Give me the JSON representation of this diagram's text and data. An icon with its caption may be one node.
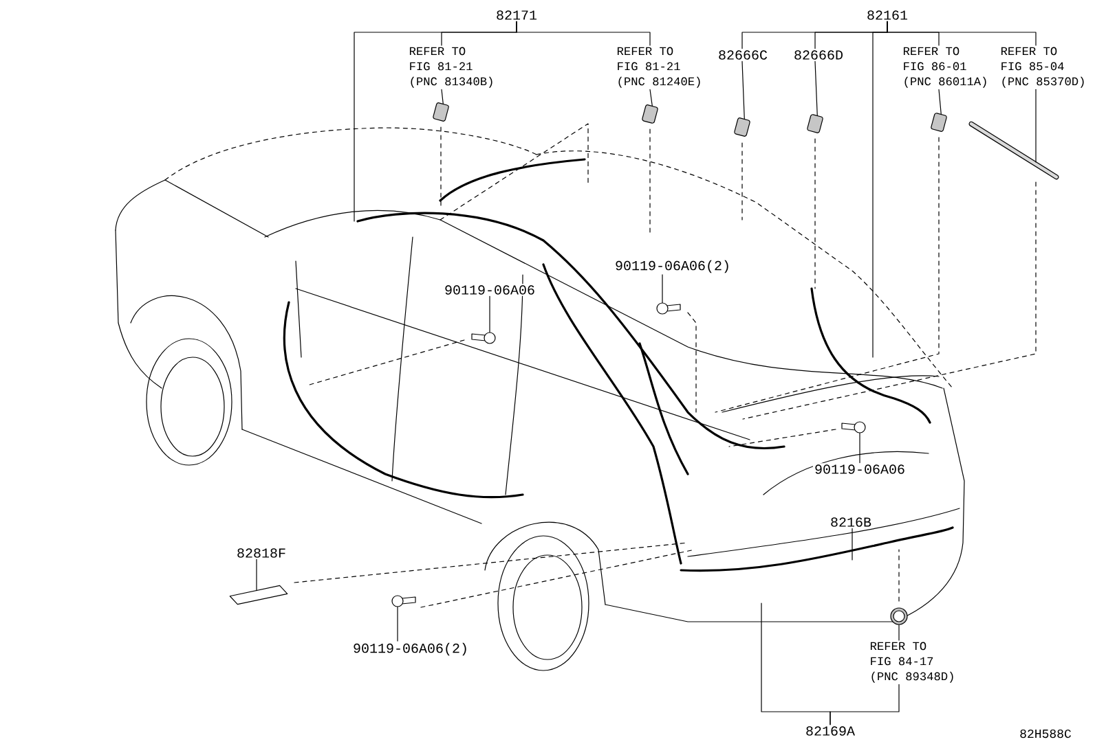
{
  "diagram": {
    "nodes": [
      {
        "text": [
          "82171"
        ]
      },
      {
        "text": [
          "REFER TO FIG 81-21",
          "(PNC 81340B)"
        ]
      },
      {
        "text": [
          "REFER TO FIG 81-21",
          "(PNC 81240E)"
        ]
      },
      {
        "text": [
          "82161"
        ]
      },
      {
        "text": [
          "82666C"
        ]
      },
      {
        "text": [
          "82666D"
        ]
      },
      {
        "text": [
          "REFER TO FIG 86-01",
          "(PNC 86011A)"
        ]
      },
      {
        "text": [
          "REFER TO FIG 85-04",
          "(PNC 85370D)"
        ]
      },
      {
        "text": [
          "90119-06A06(2)"
        ]
      },
      {
        "text": [
          "90119-06A06"
        ]
      },
      {
        "text": [
          "90119-06A06"
        ]
      },
      {
        "text": [
          "8216B"
        ]
      },
      {
        "text": [
          "82818F"
        ]
      },
      {
        "text": [
          "90119-06A06(2)"
        ]
      },
      {
        "text": [
          "REFER TO FIG 84-17",
          "(PNC 89348D)"
        ]
      },
      {
        "text": [
          "82169A"
        ]
      },
      {
        "text": [],
        "shape": "clip"
      },
      {
        "text": [],
        "shape": "clip"
      },
      {
        "text": [],
        "shape": "clip"
      },
      {
        "text": [],
        "shape": "clip"
      },
      {
        "text": [],
        "shape": "clip"
      },
      {
        "text": [],
        "shape": "bar"
      },
      {
        "text": [],
        "shape": "bolt"
      },
      {
        "text": [],
        "shape": "bolt"
      },
      {
        "text": [],
        "shape": "bolt"
      },
      {
        "text": [],
        "shape": "box"
      },
      {
        "text": [],
        "shape": "bolt"
      },
      {
        "text": [],
        "shape": "circle"
      }
    ],
    "edges": [
      {
        "from": 0,
        "to": null,
        "arrow": "none"
      },
      {
        "from": 0,
        "to": 1,
        "arrow": "none"
      },
      {
        "from": 0,
        "to": 2,
        "arrow": "none"
      },
      {
        "from": 1,
        "to": 16,
        "arrow": "none"
      },
      {
        "from": 2,
        "to": 17,
        "arrow": "none"
      },
      {
        "from": 3,
        "to": 4,
        "arrow": "none"
      },
      {
        "from": 3,
        "to": 5,
        "arrow": "none"
      },
      {
        "from": 3,
        "to": null,
        "arrow": "none"
      },
      {
        "from": 3,
        "to": 6,
        "arrow": "none"
      },
      {
        "from": 3,
        "to": 7,
        "arrow": "none"
      },
      {
        "from": 4,
        "to": 18,
        "arrow": "none"
      },
      {
        "from": 5,
        "to": 19,
        "arrow": "none"
      },
      {
        "from": 6,
        "to": 20,
        "arrow": "none"
      },
      {
        "from": 7,
        "to": 21,
        "arrow": "none"
      },
      {
        "from": 8,
        "to": 22,
        "arrow": "none"
      },
      {
        "from": 9,
        "to": 23,
        "arrow": "none"
      },
      {
        "from": 10,
        "to": 24,
        "arrow": "none"
      },
      {
        "from": 11,
        "to": null,
        "arrow": "none"
      },
      {
        "from": 12,
        "to": 25,
        "arrow": "none"
      },
      {
        "from": 13,
        "to": 26,
        "arrow": "none"
      },
      {
        "from": 14,
        "to": 27,
        "arrow": "none"
      },
      {
        "from": 15,
        "to": null,
        "arrow": "none"
      },
      {
        "from": 15,
        "to": 14,
        "arrow": "none"
      }
    ],
    "labels": [
      "82H588C"
    ]
  }
}
